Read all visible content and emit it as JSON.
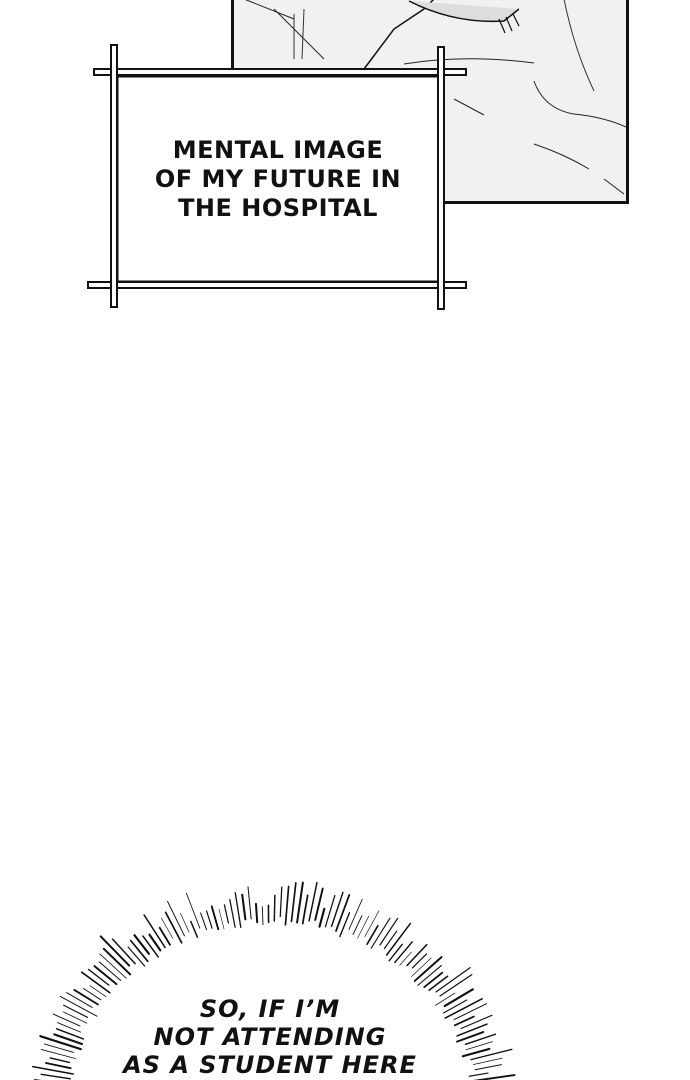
{
  "caption": {
    "lines": [
      "MENTAL IMAGE",
      "OF MY FUTURE IN",
      "THE HOSPITAL"
    ]
  },
  "speech": {
    "lines": [
      "SO, IF I’M",
      "NOT ATTENDING",
      "AS A STUDENT HERE"
    ]
  }
}
